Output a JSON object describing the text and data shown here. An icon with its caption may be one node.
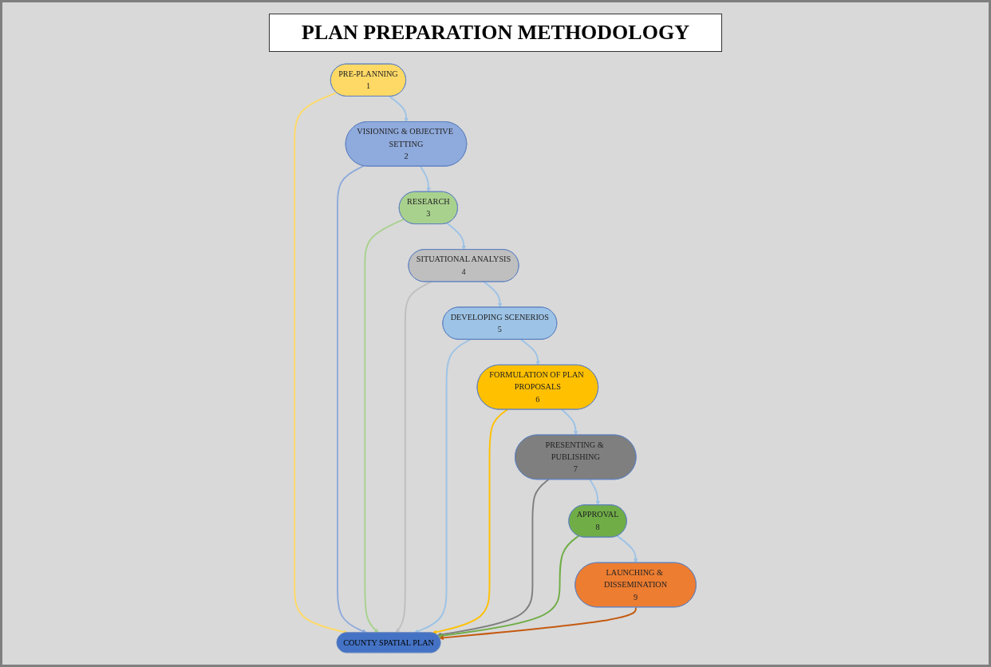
{
  "diagram": {
    "title": "PLAN PREPARATION METHODOLOGY",
    "nodes": [
      {
        "text": [
          "PRE-PLANNING",
          "1"
        ]
      },
      {
        "text": [
          "VISIONING & OBJECTIVE SETTING",
          "2"
        ]
      },
      {
        "text": [
          "RESEARCH",
          "3"
        ]
      },
      {
        "text": [
          "SITUATIONAL ANALYSIS",
          "4"
        ]
      },
      {
        "text": [
          "DEVELOPING SCENERIOS",
          "5"
        ]
      },
      {
        "text": [
          "FORMULATION OF PLAN PROPOSALS",
          "6"
        ]
      },
      {
        "text": [
          "PRESENTING & PUBLISHING",
          "7"
        ]
      },
      {
        "text": [
          "APPROVAL",
          "8"
        ]
      },
      {
        "text": [
          "LAUNCHING & DISSEMINATION",
          "9"
        ]
      },
      {
        "text": [
          "COUNTY SPATIAL PLAN"
        ]
      }
    ],
    "edges": [
      {
        "from": 0,
        "to": 1,
        "arrow": "to"
      },
      {
        "from": 1,
        "to": 2,
        "arrow": "to"
      },
      {
        "from": 2,
        "to": 3,
        "arrow": "to"
      },
      {
        "from": 3,
        "to": 4,
        "arrow": "to"
      },
      {
        "from": 4,
        "to": 5,
        "arrow": "to"
      },
      {
        "from": 5,
        "to": 6,
        "arrow": "to"
      },
      {
        "from": 6,
        "to": 7,
        "arrow": "to"
      },
      {
        "from": 7,
        "to": 8,
        "arrow": "to"
      },
      {
        "from": 0,
        "to": 9,
        "arrow": "to",
        "color": "#ffd966"
      },
      {
        "from": 1,
        "to": 9,
        "arrow": "to",
        "color": "#8faadc"
      },
      {
        "from": 2,
        "to": 9,
        "arrow": "to",
        "color": "#a9d18e"
      },
      {
        "from": 3,
        "to": 9,
        "arrow": "to",
        "color": "#bfbfbf"
      },
      {
        "from": 4,
        "to": 9,
        "arrow": "to"
      },
      {
        "from": 5,
        "to": 9,
        "arrow": "to",
        "color": "#ffc000"
      },
      {
        "from": 6,
        "to": 9,
        "arrow": "to",
        "color": "#7f7f7f"
      },
      {
        "from": 7,
        "to": 9,
        "arrow": "to",
        "color": "#70ad47"
      },
      {
        "from": 8,
        "to": 9,
        "arrow": "to",
        "color": "#c55a11"
      }
    ]
  }
}
